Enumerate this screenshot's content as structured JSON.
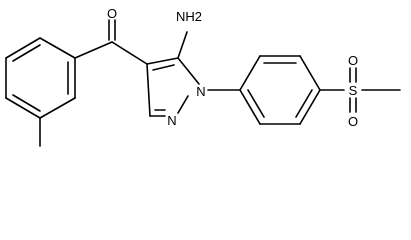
{
  "molecule": {
    "atoms": {
      "carbonyl_oxygen": "O",
      "amino_group": "NH2",
      "ring_nitrogen_n1": "N",
      "ring_nitrogen_n2": "N",
      "sulfonyl_sulfur": "S",
      "sulfonyl_oxygen_top": "O",
      "sulfonyl_oxygen_bottom": "O"
    }
  }
}
